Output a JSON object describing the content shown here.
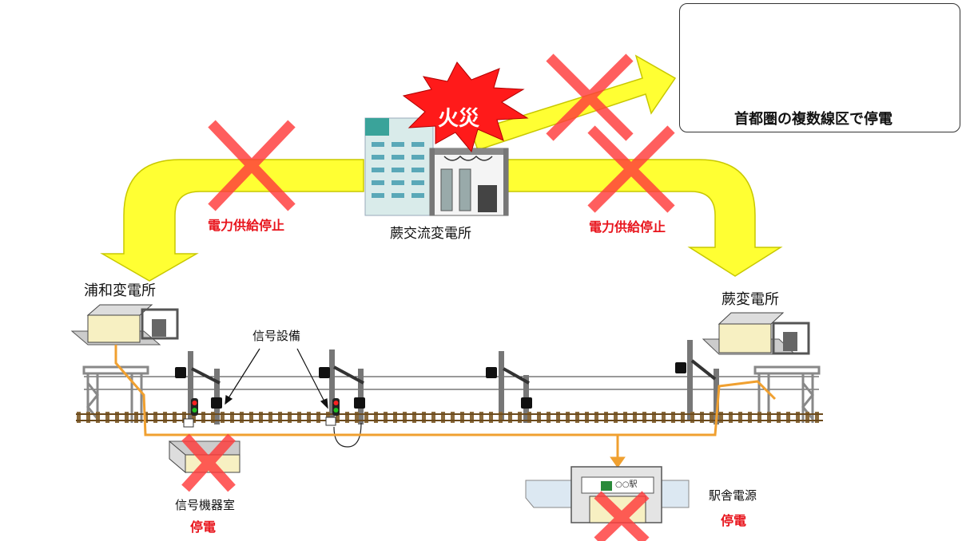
{
  "fire_label": "火災",
  "substations": {
    "center": "蕨交流変電所",
    "left": "浦和変電所",
    "right": "蕨変電所"
  },
  "supply_stop_left": "電力供給停止",
  "supply_stop_right": "電力供給停止",
  "metro_outage": "首都圏の複数線区で停電",
  "signal_equipment": "信号設備",
  "signal_room": {
    "label": "信号機器室",
    "status": "停電"
  },
  "station_power": {
    "label": "駅舎電源",
    "status": "停電",
    "sign": "○○駅"
  },
  "colors": {
    "arrow": "#ffff33",
    "cross": "#ff3b3b",
    "cable": "#f0a030",
    "alert": "#e8141c"
  }
}
